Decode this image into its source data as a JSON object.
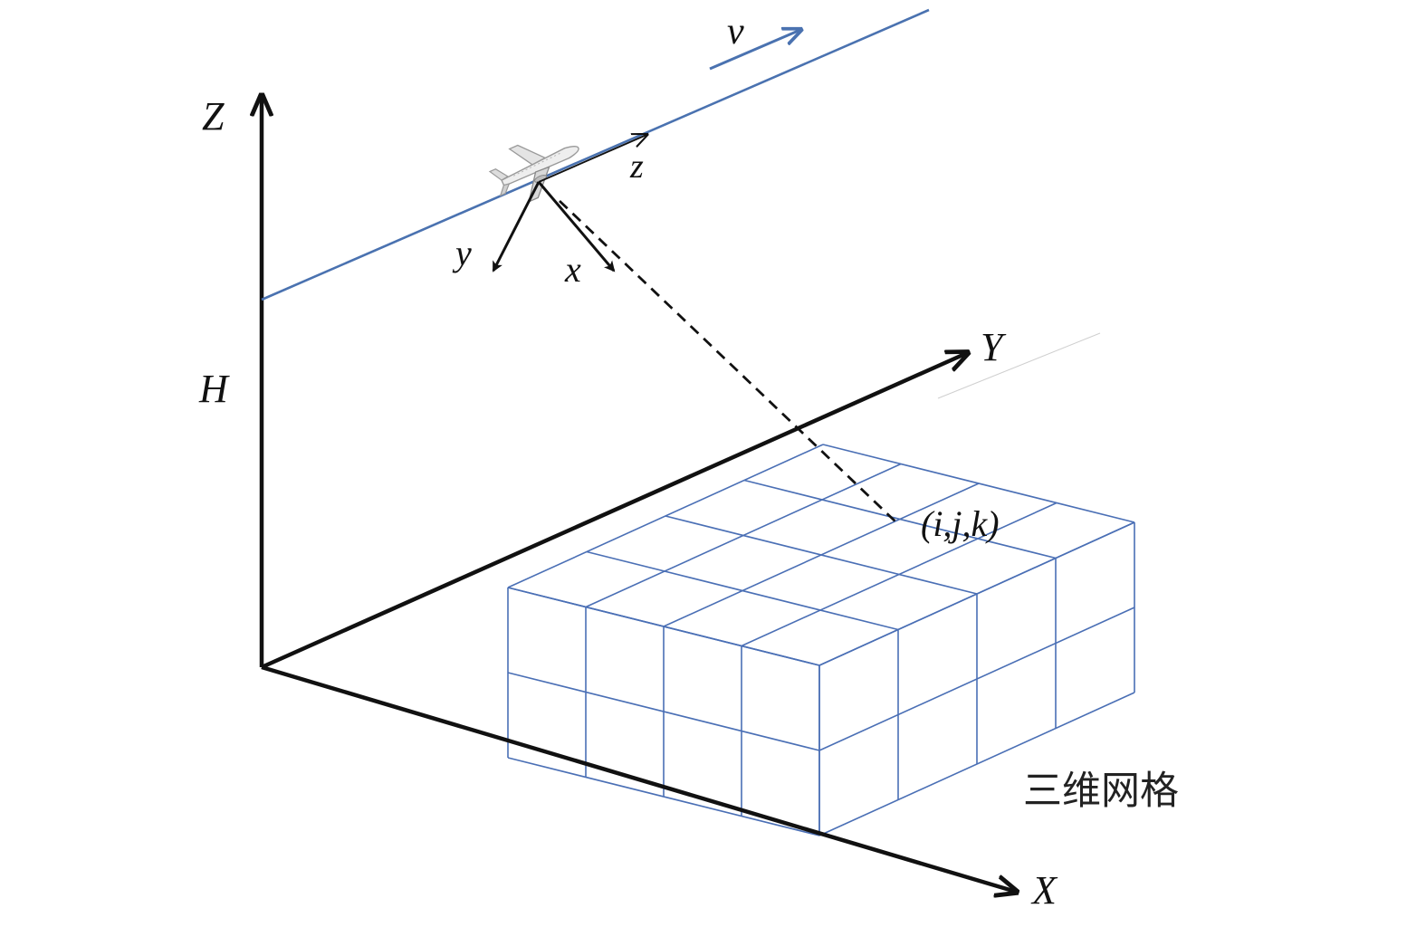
{
  "labels": {
    "axis_Z": "Z",
    "axis_Y": "Y",
    "axis_X": "X",
    "height": "H",
    "velocity": "v",
    "body_x": "x",
    "body_y": "y",
    "body_z": "z",
    "grid_point": "(i,j,k)",
    "grid_caption": "三维网格"
  },
  "colors": {
    "axes": "#111111",
    "flight_path": "#4a72b0",
    "grid": "#4a6fb5",
    "line_of_sight": "#111111"
  },
  "icons": {
    "aircraft": "airplane-icon"
  }
}
